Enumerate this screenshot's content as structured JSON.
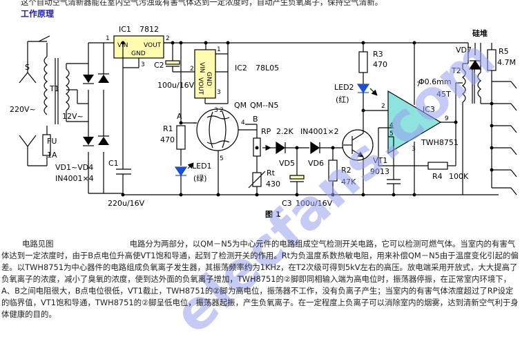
{
  "intro_line": "这个自动空气清新器能在室内空气污浊或有害气体达到一定浓度时，自动产生负氧离子，保持空气清新。",
  "section_title": "工作原理",
  "figure_caption": "图 1",
  "description": {
    "lead": "电路见图",
    "body": "电路分为两部分，以QM－N5为中心元件的电路组成空气检测开关电路，它可以检测可燃气体。当室内的有害气体达到一定浓度时，由于B点电位升高使VT1饱和导通，起到了检测开关的作用。Rt为负温度系数热敏电阻，用来补偿QM－N5由于温度变化引起的偏差。以TWH8751为中心器件的电路组成负氧离子发生器，其振荡频率约为1KHz，在T2次级可得到5kV左右的高压。放电端采用开放式，大大提高了负氧离子的浓度，减小了臭氧的浓度，使到达外面的负氧离子增加，TWH8751的②脚即同相输入端为高电位时，振荡器停振，在正常室内环境下，A、B之间电阻很大，B点电位很低，VT1截止，TWH8751的②脚为高电位，振荡器不工作，没有负离子产生；当室内的有害气体浓度超过了RP设定的临界值，VT1饱和导通，TWH8751的②脚呈低电位，振荡器起振，产生负氧离子。在一定程度上负离子可以消除室内的烟雾，达到清新空气利于身体健康的目的。"
  },
  "watermark": "elecfans.com",
  "labels": {
    "IC1": "IC1",
    "IC1_part": "7812",
    "IC1_vin": "VIN",
    "IC1_vout": "VOUT",
    "IC1_gnd": "GND",
    "IC2": "IC2",
    "IC2_part": "78L05",
    "IC2_vin": "VIN",
    "IC2_gnd": "GND",
    "IC2_vout": "VOUT",
    "S": "S",
    "T1": "T1",
    "mains": "220V~",
    "secondary": "12V~",
    "FU": "FU",
    "FU_val": "1A",
    "bridge": "VD1~VD4",
    "bridge_part": "IN4001×4",
    "C1": "C1",
    "C1_val": "220u/16V",
    "C2": "C2",
    "C2_val": "100u/16V",
    "A": "A",
    "R1": "R1",
    "R1_val": "470",
    "LED1": "LED1",
    "LED1_color": "(绿)",
    "QM": "QM",
    "QM_part": "QM--N5",
    "B": "B",
    "RP": "RP",
    "RP_val": "2.2K",
    "diodes_part": "IN4001×2",
    "VD5": "VD5",
    "VD6": "VD6",
    "Rt": "Rt",
    "Rt_val": "430",
    "C3": "C3",
    "C3_val": "100u/16V",
    "R2": "R2",
    "R2_val": "47K",
    "VT1": "VT1",
    "VT1_part": "9013",
    "R3": "R3",
    "R3_val": "470",
    "LED2": "LED2",
    "LED2_color": "(红)",
    "IC3": "IC3",
    "IC3_part": "TWH8751",
    "R4": "R4",
    "R4_val": "100K",
    "T2": "T2",
    "T2_wire": "Φ0.6mm",
    "T2_turns": "45T",
    "VD7": "VD7",
    "stack": "硅堆",
    "R5": "R5",
    "R5_val": "4.7M",
    "pin1": "1",
    "pin2": "2",
    "pin3": "3",
    "pin4": "4",
    "pin5": "5",
    "pin7": "7",
    "pin9": "9"
  },
  "colors": {
    "title": "#1d1db0",
    "wire": "#000000",
    "led": "#1d4fd0",
    "chip": "#fffbb0",
    "watermark": "#9aa4eb"
  }
}
